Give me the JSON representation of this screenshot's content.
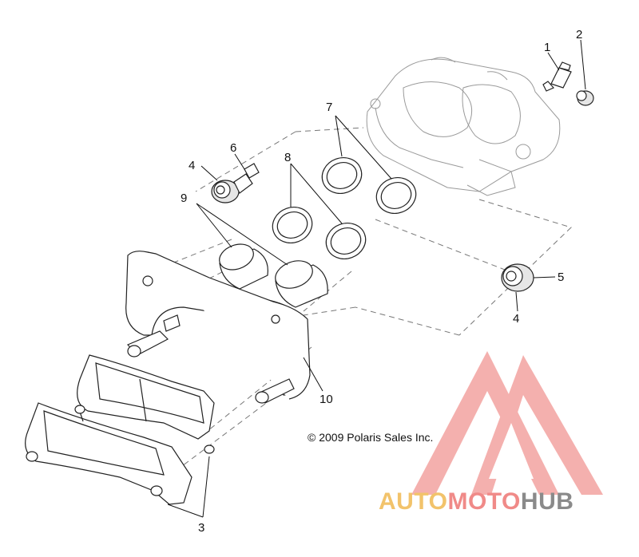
{
  "diagram": {
    "callouts": [
      {
        "id": "c1",
        "label": "1"
      },
      {
        "id": "c2",
        "label": "2"
      },
      {
        "id": "c3",
        "label": "3"
      },
      {
        "id": "c4a",
        "label": "4"
      },
      {
        "id": "c4b",
        "label": "4"
      },
      {
        "id": "c5",
        "label": "5"
      },
      {
        "id": "c6",
        "label": "6"
      },
      {
        "id": "c7",
        "label": "7"
      },
      {
        "id": "c8",
        "label": "8"
      },
      {
        "id": "c9",
        "label": "9"
      },
      {
        "id": "c10",
        "label": "10"
      }
    ],
    "copyright": "© 2009 Polaris Sales Inc."
  },
  "watermark": {
    "part1": "AUTO",
    "part2": "MOTO",
    "part3": "HUB",
    "colors": {
      "auto": "#f2c36b",
      "moto": "#f08a88",
      "hub": "#8a8a8a",
      "logo": "#f08a88"
    }
  }
}
